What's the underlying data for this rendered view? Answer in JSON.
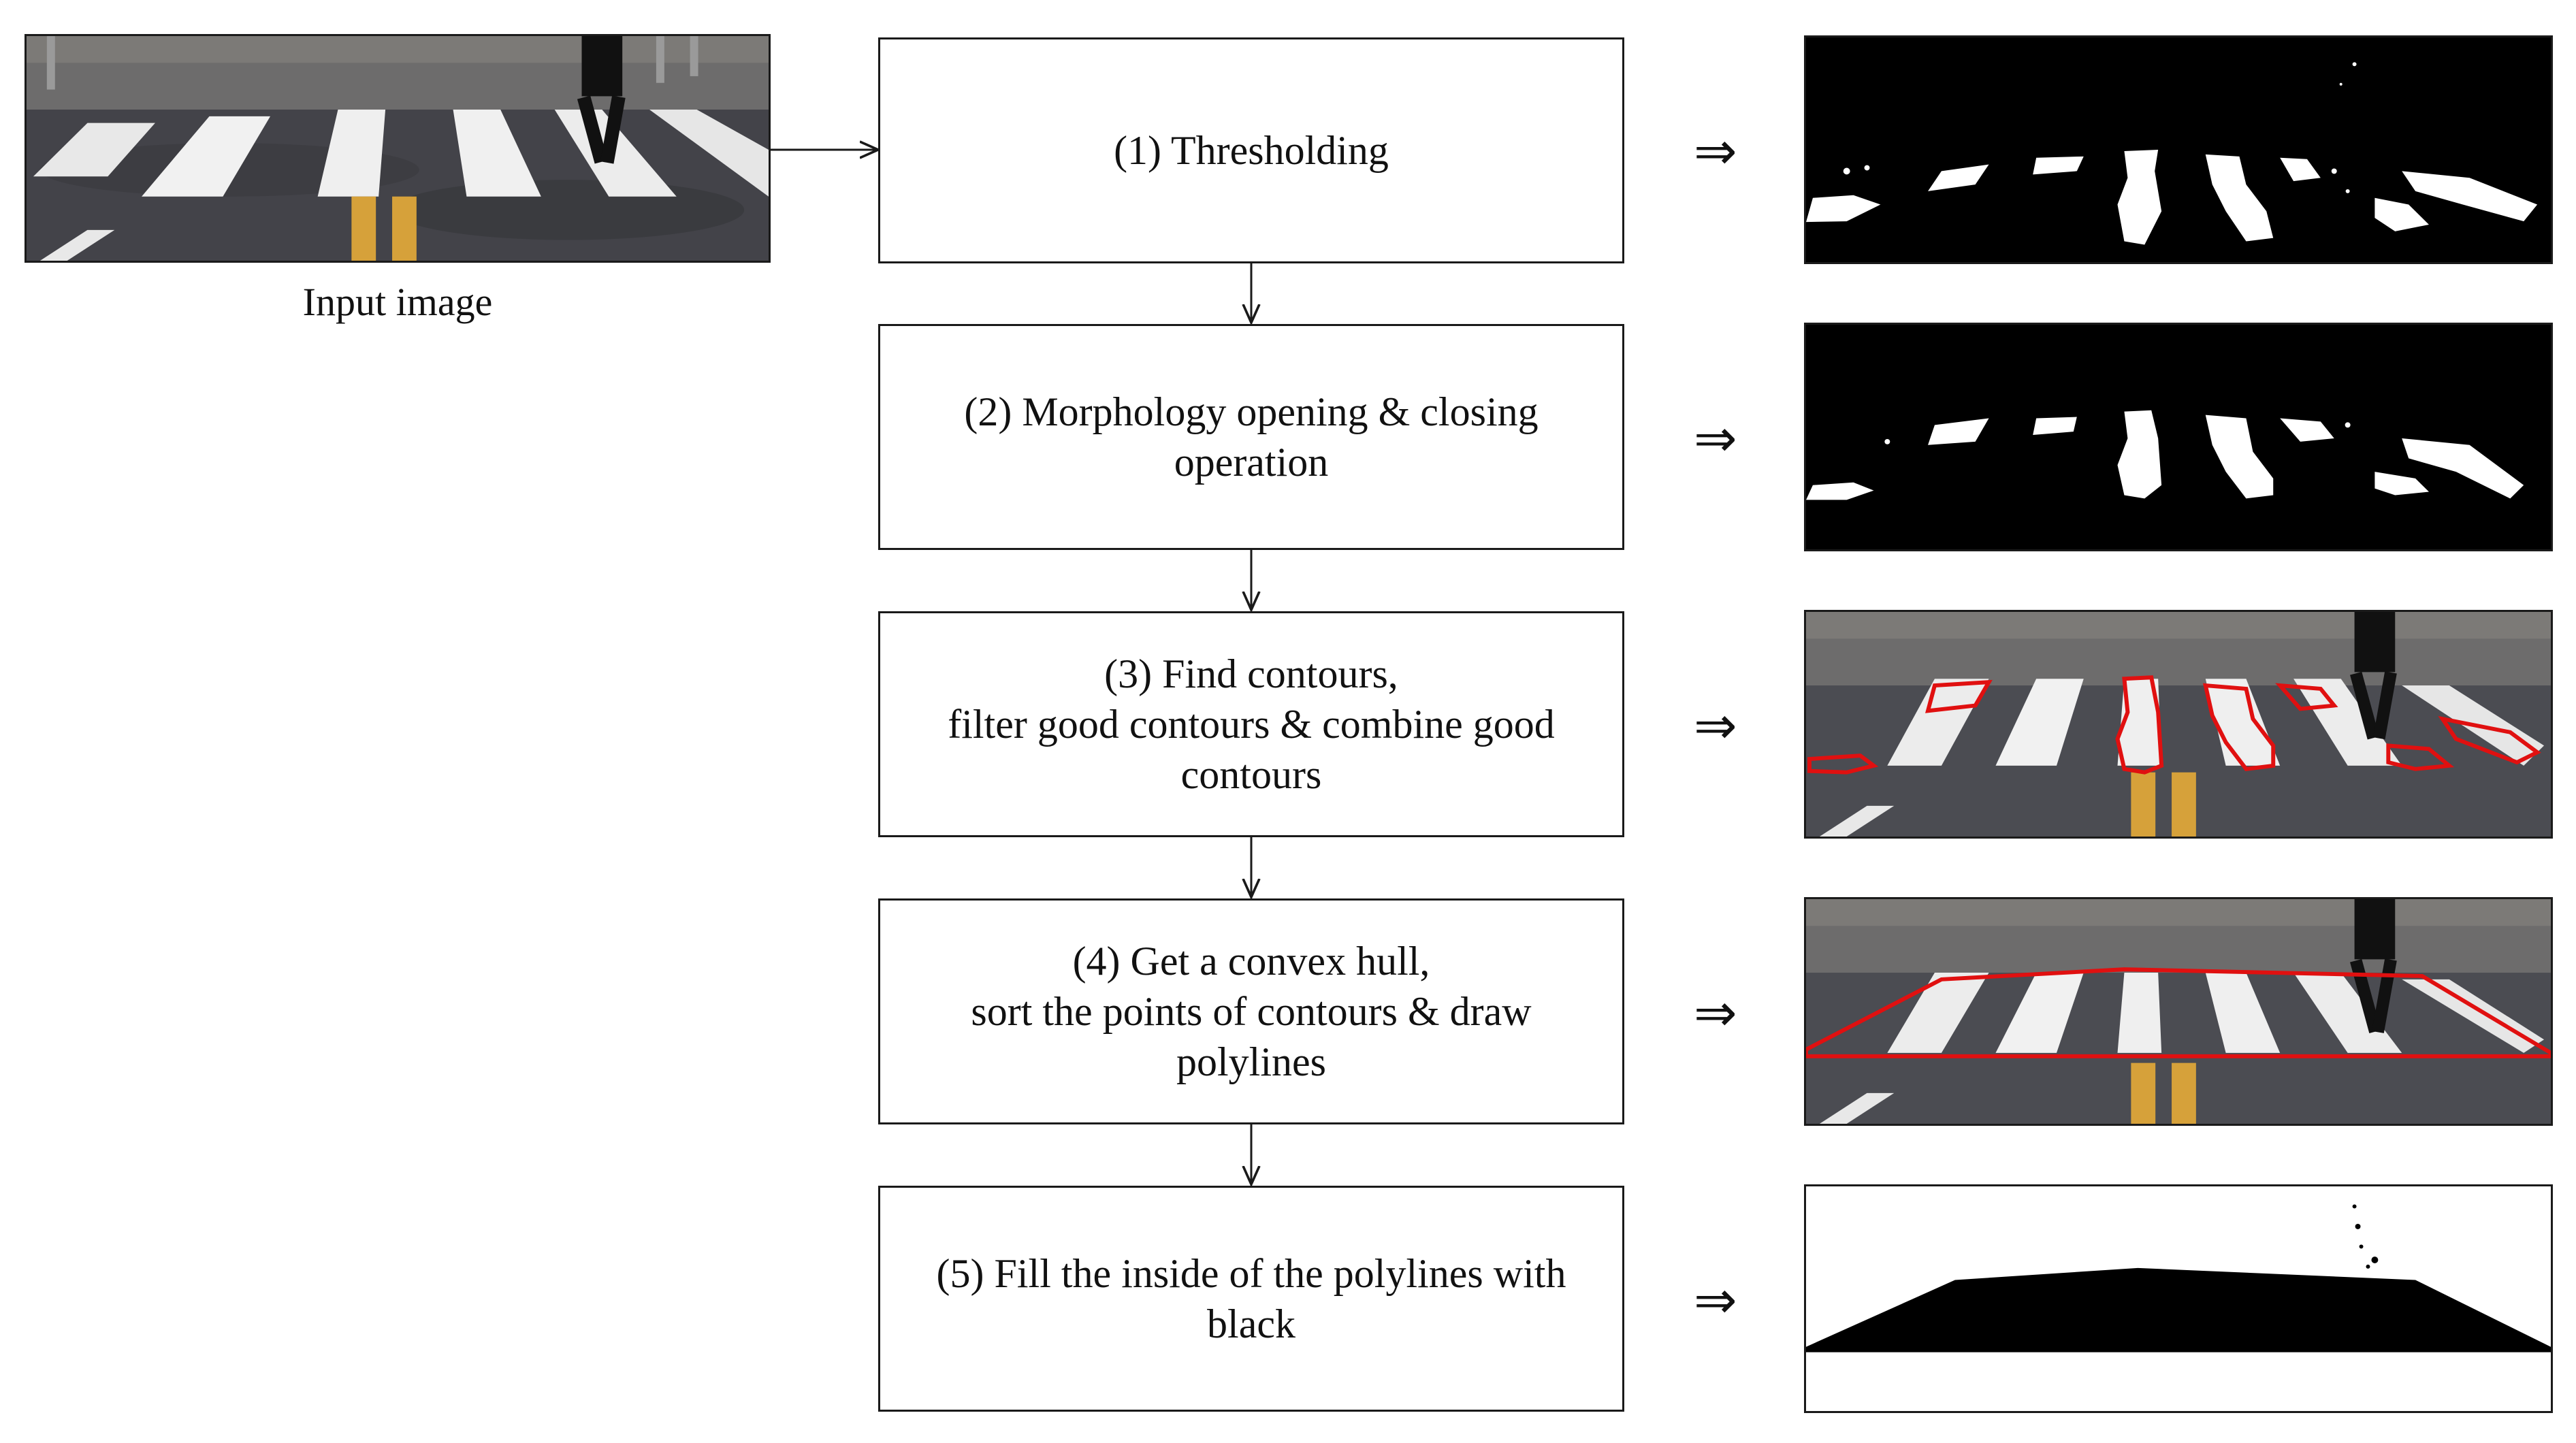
{
  "input": {
    "caption": "Input image"
  },
  "implies_symbol": "⇒",
  "steps": [
    {
      "label": "(1) Thresholding"
    },
    {
      "label": "(2) Morphology opening & closing\noperation"
    },
    {
      "label": "(3) Find contours,\nfilter good contours & combine good\ncontours"
    },
    {
      "label": "(4) Get a convex hull,\nsort the points of contours & draw\npolylines"
    },
    {
      "label": "(5) Fill the inside of the polylines with\nblack"
    }
  ],
  "colors": {
    "contour": "#e01010",
    "road": "#4b4c52",
    "stripe": "#f1f1f1",
    "center_line": "#d6a13a"
  }
}
